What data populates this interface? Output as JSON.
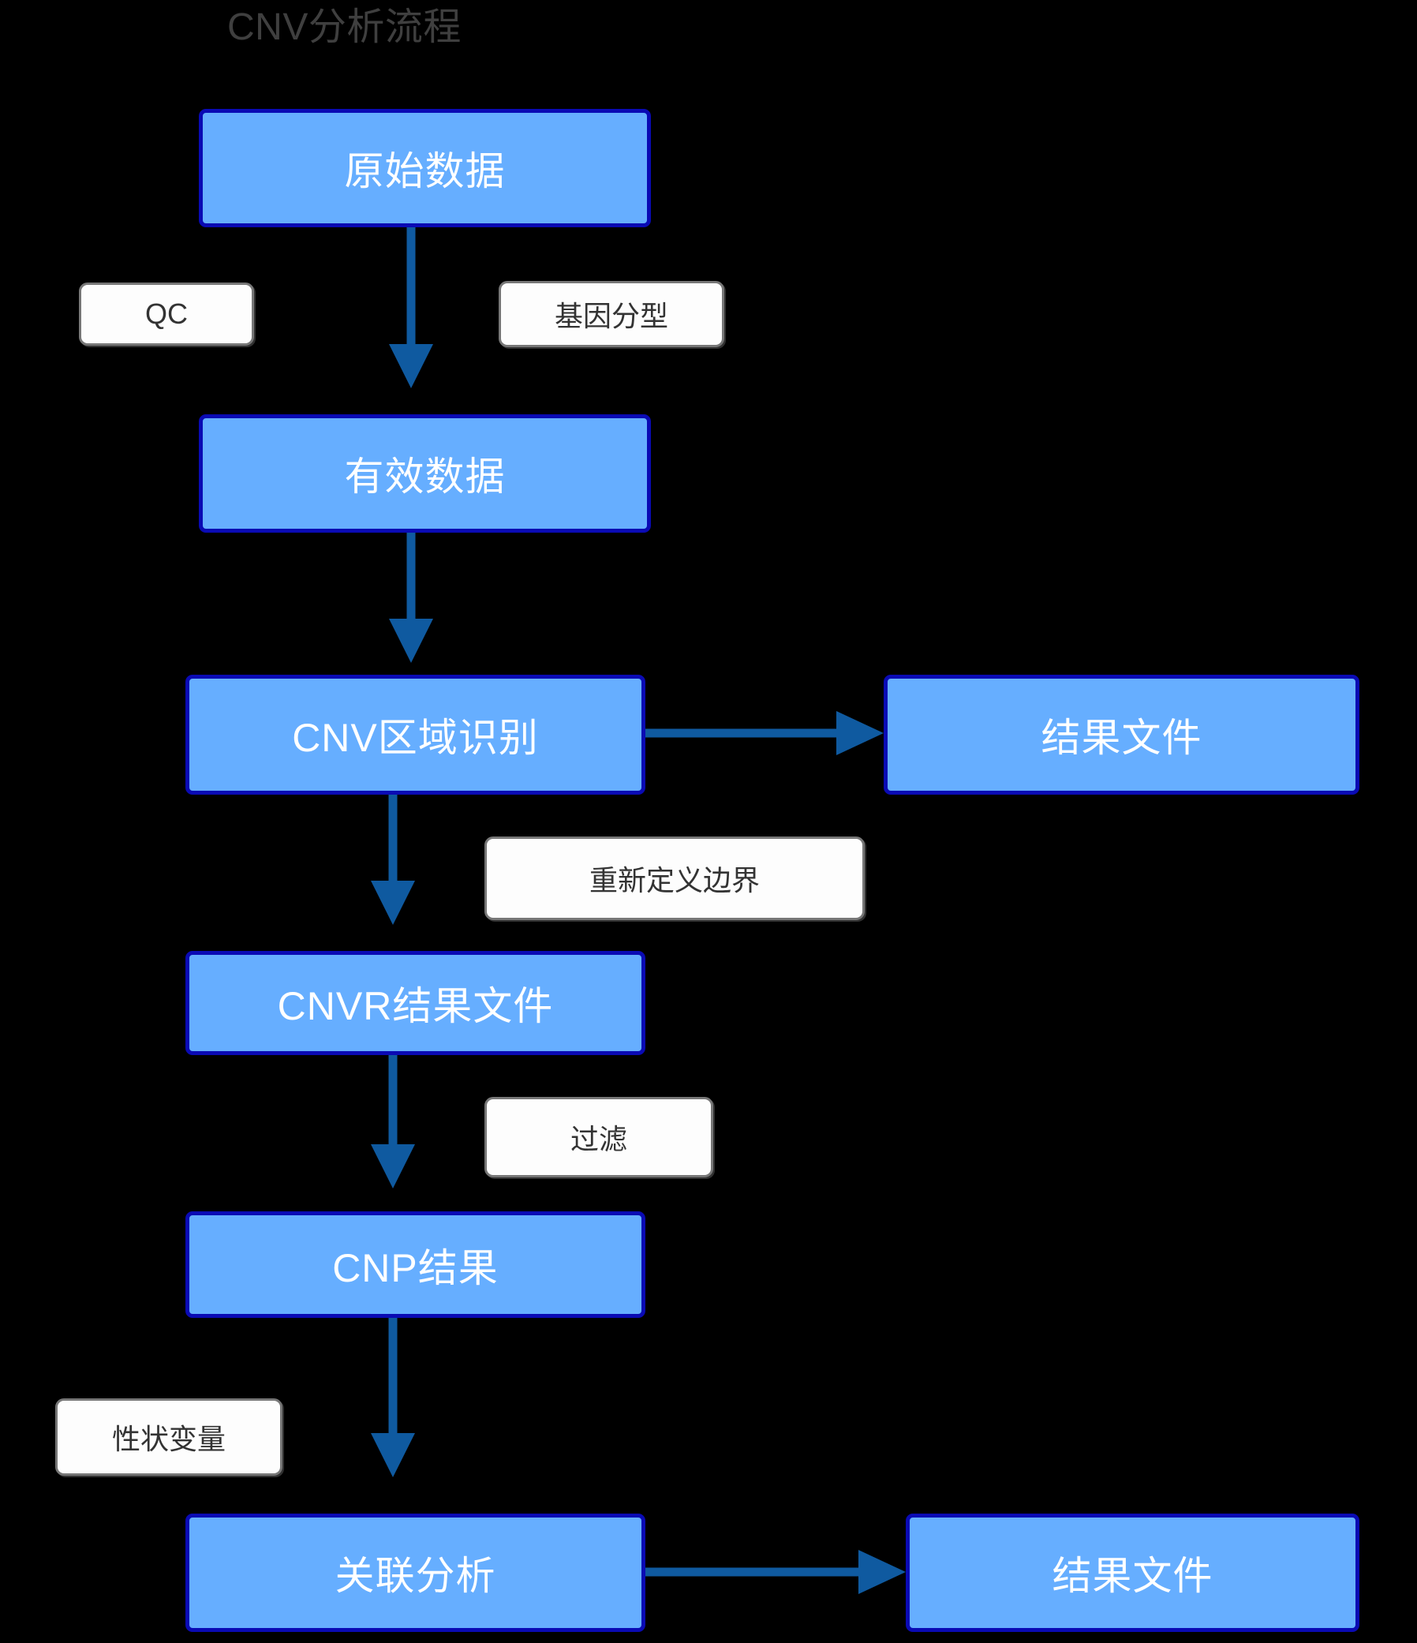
{
  "title": "CNV分析流程",
  "colors": {
    "background": "#000000",
    "node_fill": "#66aeff",
    "node_border": "#0a0ab4",
    "node_text": "#ffffff",
    "label_fill": "#fdfdfd",
    "label_border": "#777777",
    "label_text": "#333333",
    "arrow": "#0f5aa0",
    "title_text": "#3f3f3f"
  },
  "nodes": [
    {
      "id": "raw-data",
      "label": "原始数据"
    },
    {
      "id": "valid-data",
      "label": "有效数据"
    },
    {
      "id": "cnv-region",
      "label": "CNV区域识别"
    },
    {
      "id": "result-file-top",
      "label": "结果文件"
    },
    {
      "id": "cnvr-file",
      "label": "CNVR结果文件"
    },
    {
      "id": "cnp-result",
      "label": "CNP结果"
    },
    {
      "id": "assoc-analysis",
      "label": "关联分析"
    },
    {
      "id": "result-file-bottom",
      "label": "结果文件"
    }
  ],
  "edge_labels": [
    {
      "id": "qc",
      "label": "QC"
    },
    {
      "id": "genotyping",
      "label": "基因分型"
    },
    {
      "id": "redefine",
      "label": "重新定义边界"
    },
    {
      "id": "filter",
      "label": "过滤"
    },
    {
      "id": "trait",
      "label": "性状变量"
    }
  ],
  "edges": [
    {
      "from": "raw-data",
      "to": "valid-data",
      "label": "QC / 基因分型"
    },
    {
      "from": "valid-data",
      "to": "cnv-region",
      "label": ""
    },
    {
      "from": "cnv-region",
      "to": "result-file-top",
      "label": ""
    },
    {
      "from": "cnv-region",
      "to": "cnvr-file",
      "label": "重新定义边界"
    },
    {
      "from": "cnvr-file",
      "to": "cnp-result",
      "label": "过滤"
    },
    {
      "from": "cnp-result",
      "to": "assoc-analysis",
      "label": "性状变量"
    },
    {
      "from": "assoc-analysis",
      "to": "result-file-bottom",
      "label": ""
    }
  ]
}
